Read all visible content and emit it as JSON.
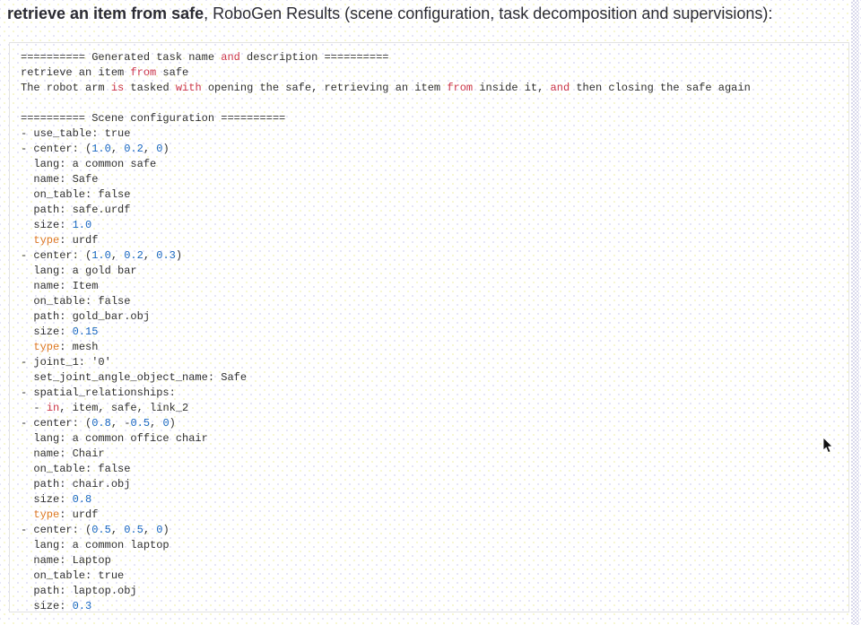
{
  "page": {
    "header_bold": "retrieve an item from safe",
    "header_rest": ", RoboGen Results (scene configuration, task decomposition and supervisions):"
  },
  "colors": {
    "default_text": "#303030",
    "keyword_red": "#cb3449",
    "builtin_orange": "#dd7722",
    "number_blue": "#1766c0",
    "header_text": "#2b2b33",
    "code_border": "#e3e3e3"
  },
  "code": {
    "lines": [
      [
        [
          "========== Generated task name ",
          "d"
        ],
        [
          "and",
          "k"
        ],
        [
          " description ==========",
          "d"
        ]
      ],
      [
        [
          "retrieve an item ",
          "d"
        ],
        [
          "from",
          "k"
        ],
        [
          " safe",
          "d"
        ]
      ],
      [
        [
          "The robot arm ",
          "d"
        ],
        [
          "is",
          "k"
        ],
        [
          " tasked ",
          "d"
        ],
        [
          "with",
          "k"
        ],
        [
          " opening the safe, retrieving an item ",
          "d"
        ],
        [
          "from",
          "k"
        ],
        [
          " inside it, ",
          "d"
        ],
        [
          "and",
          "k"
        ],
        [
          " then closing the safe again",
          "d"
        ]
      ],
      [],
      [
        [
          "========== Scene configuration ==========",
          "d"
        ]
      ],
      [
        [
          "- use_table: true",
          "d"
        ]
      ],
      [
        [
          "- center: (",
          "d"
        ],
        [
          "1.0",
          "n"
        ],
        [
          ", ",
          "d"
        ],
        [
          "0.2",
          "n"
        ],
        [
          ", ",
          "d"
        ],
        [
          "0",
          "n"
        ],
        [
          ")",
          "d"
        ]
      ],
      [
        [
          "  lang: a common safe",
          "d"
        ]
      ],
      [
        [
          "  name: Safe",
          "d"
        ]
      ],
      [
        [
          "  on_table: false",
          "d"
        ]
      ],
      [
        [
          "  path: safe.urdf",
          "d"
        ]
      ],
      [
        [
          "  size: ",
          "d"
        ],
        [
          "1.0",
          "n"
        ]
      ],
      [
        [
          "  ",
          "d"
        ],
        [
          "type",
          "b"
        ],
        [
          ": urdf",
          "d"
        ]
      ],
      [
        [
          "- center: (",
          "d"
        ],
        [
          "1.0",
          "n"
        ],
        [
          ", ",
          "d"
        ],
        [
          "0.2",
          "n"
        ],
        [
          ", ",
          "d"
        ],
        [
          "0.3",
          "n"
        ],
        [
          ")",
          "d"
        ]
      ],
      [
        [
          "  lang: a gold bar",
          "d"
        ]
      ],
      [
        [
          "  name: Item",
          "d"
        ]
      ],
      [
        [
          "  on_table: false",
          "d"
        ]
      ],
      [
        [
          "  path: gold_bar.obj",
          "d"
        ]
      ],
      [
        [
          "  size: ",
          "d"
        ],
        [
          "0.15",
          "n"
        ]
      ],
      [
        [
          "  ",
          "d"
        ],
        [
          "type",
          "b"
        ],
        [
          ": mesh",
          "d"
        ]
      ],
      [
        [
          "- joint_1: '0'",
          "d"
        ]
      ],
      [
        [
          "  set_joint_angle_object_name: Safe",
          "d"
        ]
      ],
      [
        [
          "- spatial_relationships:",
          "d"
        ]
      ],
      [
        [
          "  - ",
          "d"
        ],
        [
          "in",
          "k"
        ],
        [
          ", item, safe, link_2",
          "d"
        ]
      ],
      [
        [
          "- center: (",
          "d"
        ],
        [
          "0.8",
          "n"
        ],
        [
          ", -",
          "d"
        ],
        [
          "0.5",
          "n"
        ],
        [
          ", ",
          "d"
        ],
        [
          "0",
          "n"
        ],
        [
          ")",
          "d"
        ]
      ],
      [
        [
          "  lang: a common office chair",
          "d"
        ]
      ],
      [
        [
          "  name: Chair",
          "d"
        ]
      ],
      [
        [
          "  on_table: false",
          "d"
        ]
      ],
      [
        [
          "  path: chair.obj",
          "d"
        ]
      ],
      [
        [
          "  size: ",
          "d"
        ],
        [
          "0.8",
          "n"
        ]
      ],
      [
        [
          "  ",
          "d"
        ],
        [
          "type",
          "b"
        ],
        [
          ": urdf",
          "d"
        ]
      ],
      [
        [
          "- center: (",
          "d"
        ],
        [
          "0.5",
          "n"
        ],
        [
          ", ",
          "d"
        ],
        [
          "0.5",
          "n"
        ],
        [
          ", ",
          "d"
        ],
        [
          "0",
          "n"
        ],
        [
          ")",
          "d"
        ]
      ],
      [
        [
          "  lang: a common laptop",
          "d"
        ]
      ],
      [
        [
          "  name: Laptop",
          "d"
        ]
      ],
      [
        [
          "  on_table: true",
          "d"
        ]
      ],
      [
        [
          "  path: laptop.obj",
          "d"
        ]
      ],
      [
        [
          "  size: ",
          "d"
        ],
        [
          "0.3",
          "n"
        ]
      ]
    ]
  }
}
